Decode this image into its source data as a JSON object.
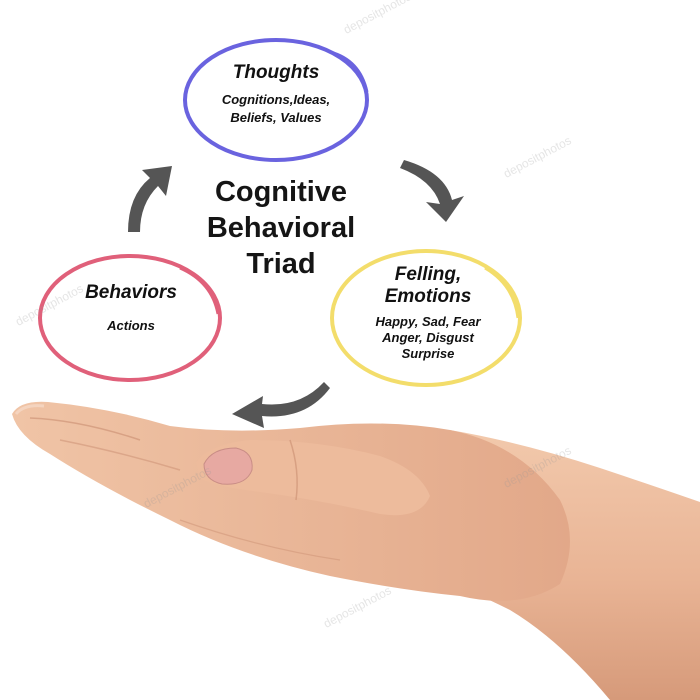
{
  "center_title": {
    "line1": "Cognitive",
    "line2": "Behavioral",
    "line3": "Triad"
  },
  "nodes": {
    "thoughts": {
      "title": "Thoughts",
      "line1": "Cognitions,Ideas,",
      "line2": "Beliefs, Values",
      "color": "#6a63df"
    },
    "emotions": {
      "title_line1": "Felling,",
      "title_line2": "Emotions",
      "line1": "Happy, Sad, Fear",
      "line2": "Anger, Disgust",
      "line3": "Surprise",
      "color": "#f3dd6b"
    },
    "behaviors": {
      "title": "Behaviors",
      "line1": "Actions",
      "color": "#e0607a"
    }
  },
  "arrow_color": "#555555",
  "watermark": "depositphotos",
  "icons": {
    "arrows": [
      "curved-arrow-thoughts-to-emotions-icon",
      "curved-arrow-emotions-to-behaviors-icon",
      "curved-arrow-behaviors-to-thoughts-icon"
    ],
    "image": "open-hand-illustration"
  }
}
